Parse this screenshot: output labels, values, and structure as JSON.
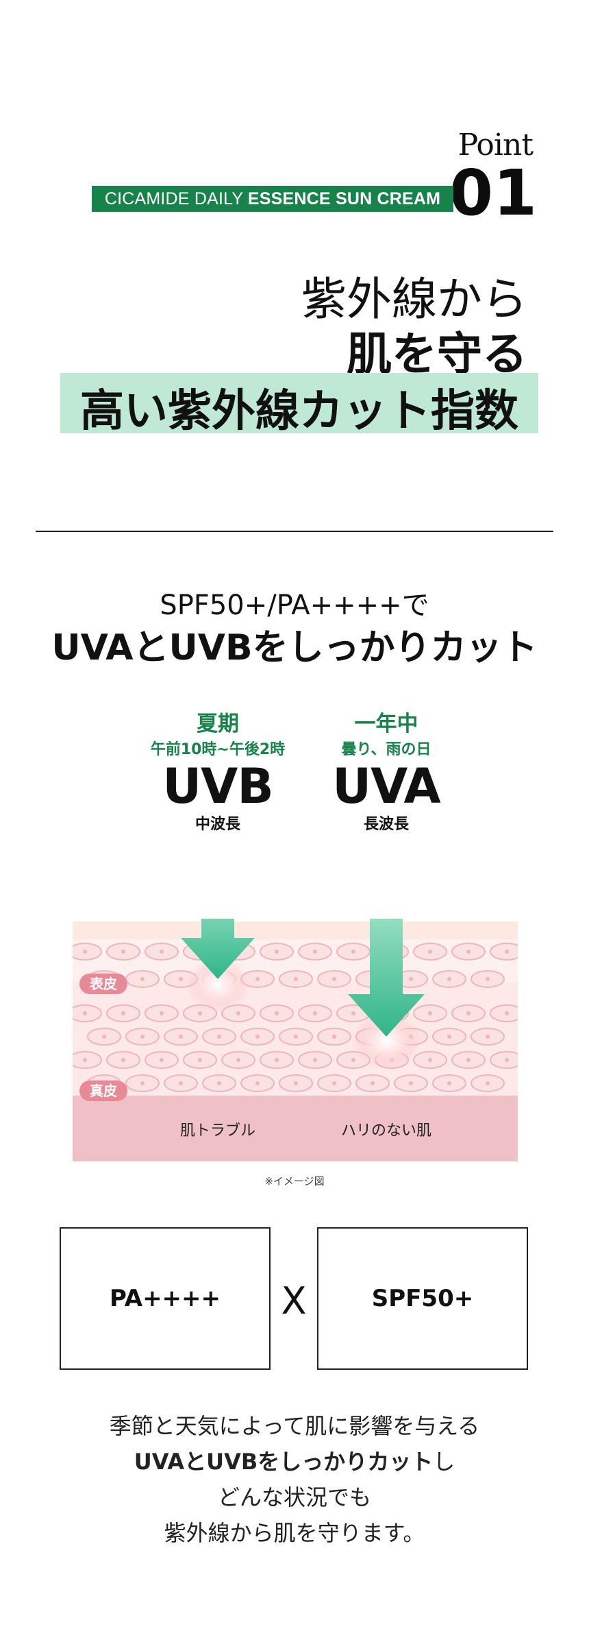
{
  "point": {
    "word": "Point",
    "number": "01"
  },
  "product": {
    "name_light": "CICAMIDE DAILY ",
    "name_bold": "ESSENCE SUN CREAM"
  },
  "headline": {
    "line1": "紫外線から",
    "line2": "肌を守る",
    "line3": "高い紫外線カット指数"
  },
  "uv_section": {
    "subtitle": "SPF50+/PA++++で",
    "title": "UVAとUVBをしっかりカット",
    "uvb": {
      "season": "夏期",
      "time": "午前10時~午後2時",
      "name": "UVB",
      "wave": "中波長"
    },
    "uva": {
      "season": "一年中",
      "time": "曇り、雨の日",
      "name": "UVA",
      "wave": "長波長"
    },
    "diagram": {
      "label_epidermis": "表皮",
      "label_dermis": "真皮",
      "effect_uvb": "肌トラブル",
      "effect_uva": "ハリのない肌"
    },
    "caption": "※イメージ図"
  },
  "indices": {
    "pa": "PA++++",
    "times": "X",
    "spf": "SPF50+"
  },
  "body": {
    "line1": "季節と天気によって肌に影響を与える",
    "line2_bold": "UVAとUVBをしっかりカット",
    "line2_rest": "し",
    "line3": "どんな状況でも",
    "line4": "紫外線から肌を守ります。"
  },
  "colors": {
    "brand_green": "#17834a",
    "highlight_mint": "#bfe8d5",
    "arrow_top": "#c8f2dd",
    "arrow_bottom": "#2fb589",
    "skin_pink": "#efc0c5"
  }
}
